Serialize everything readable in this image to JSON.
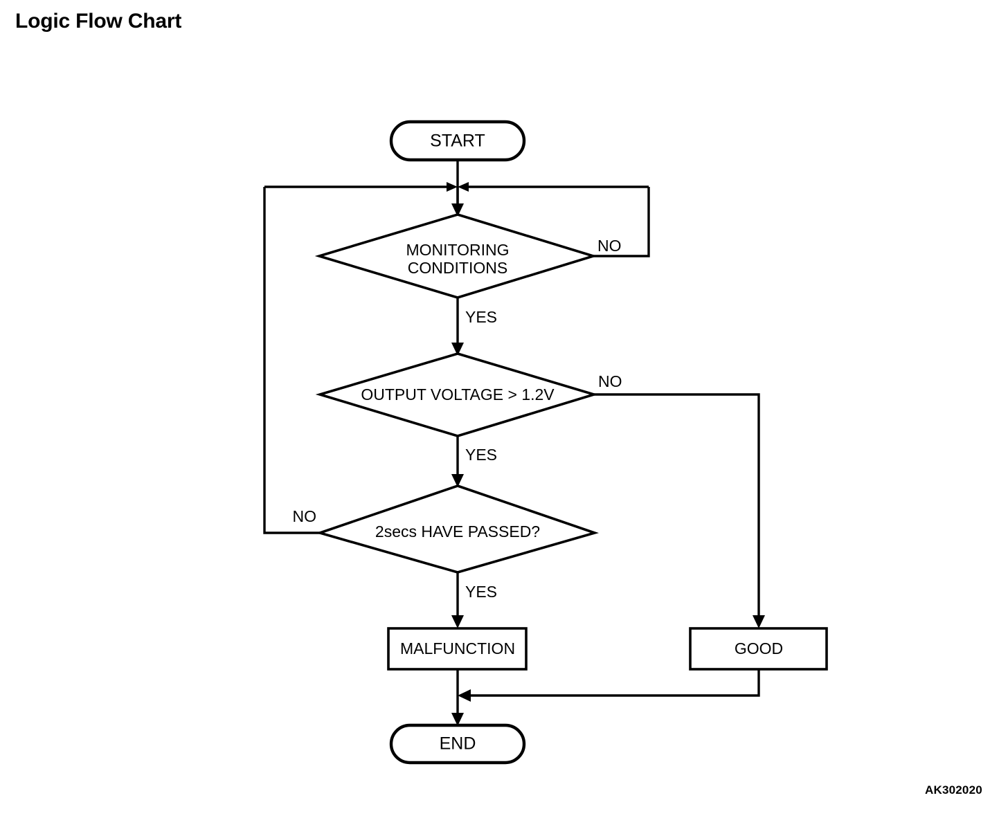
{
  "page": {
    "title": "Logic Flow Chart",
    "figure_code": "AK302020",
    "background_color": "#ffffff",
    "line_color": "#000000"
  },
  "chart_data": {
    "type": "diagram",
    "diagram_kind": "flowchart",
    "title": "Logic Flow Chart",
    "nodes": [
      {
        "id": "start",
        "label": "START",
        "shape": "terminator"
      },
      {
        "id": "monitoring",
        "label": "MONITORING\nCONDITIONS",
        "label_line1": "MONITORING",
        "label_line2": "CONDITIONS",
        "shape": "decision"
      },
      {
        "id": "voltage",
        "label": "OUTPUT VOLTAGE > 1.2V",
        "shape": "decision"
      },
      {
        "id": "timer",
        "label": "2secs HAVE PASSED?",
        "shape": "decision"
      },
      {
        "id": "malfunction",
        "label": "MALFUNCTION",
        "shape": "process"
      },
      {
        "id": "good",
        "label": "GOOD",
        "shape": "process"
      },
      {
        "id": "end",
        "label": "END",
        "shape": "terminator"
      }
    ],
    "edges": [
      {
        "from": "start",
        "to": "monitoring",
        "label": ""
      },
      {
        "from": "monitoring",
        "to": "monitoring",
        "label": "NO",
        "label_side": "right",
        "routing": "loop-right"
      },
      {
        "from": "monitoring",
        "to": "voltage",
        "label": "YES",
        "label_side": "right-of-line"
      },
      {
        "from": "voltage",
        "to": "good",
        "label": "NO",
        "label_side": "right",
        "routing": "right-down"
      },
      {
        "from": "voltage",
        "to": "timer",
        "label": "YES",
        "label_side": "right-of-line"
      },
      {
        "from": "timer",
        "to": "monitoring",
        "label": "NO",
        "label_side": "left",
        "routing": "loop-left"
      },
      {
        "from": "timer",
        "to": "malfunction",
        "label": "YES",
        "label_side": "right-of-line"
      },
      {
        "from": "malfunction",
        "to": "end",
        "label": ""
      },
      {
        "from": "good",
        "to": "end",
        "label": "",
        "routing": "down-left-merge"
      }
    ]
  },
  "labels": {
    "start": "START",
    "monitoring_line1": "MONITORING",
    "monitoring_line2": "CONDITIONS",
    "voltage": "OUTPUT VOLTAGE > 1.2V",
    "timer": "2secs HAVE PASSED?",
    "malfunction": "MALFUNCTION",
    "good": "GOOD",
    "end": "END",
    "no_monitoring": "NO",
    "yes_monitoring": "YES",
    "no_voltage": "NO",
    "yes_voltage": "YES",
    "no_timer": "NO",
    "yes_timer": "YES"
  }
}
